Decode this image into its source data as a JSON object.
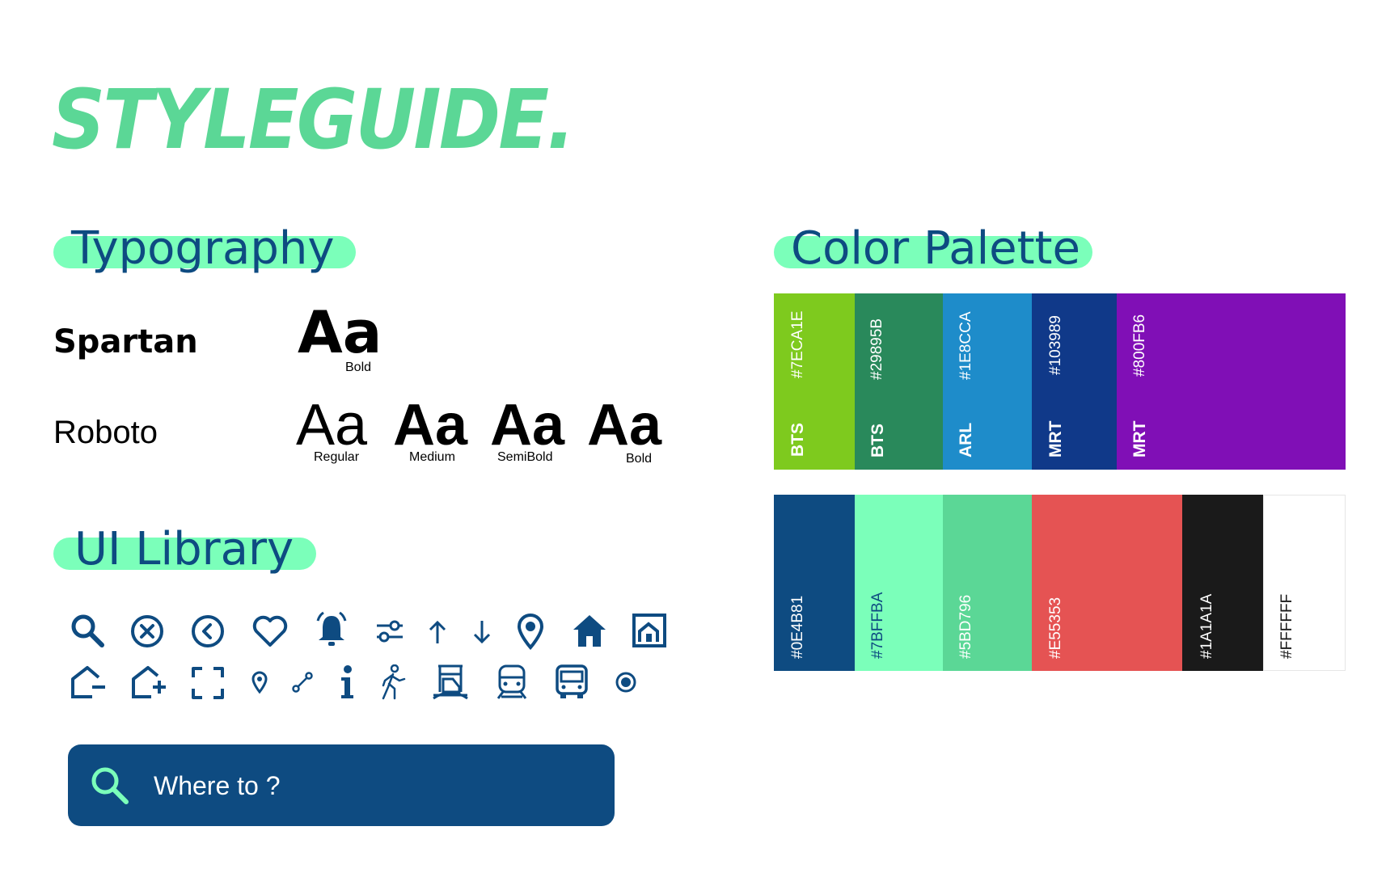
{
  "title": "STYLEGUIDE.",
  "typography": {
    "heading": "Typography",
    "fonts": [
      {
        "name": "Spartan",
        "samples": [
          {
            "glyph": "Aa",
            "weight": "Bold"
          }
        ]
      },
      {
        "name": "Roboto",
        "samples": [
          {
            "glyph": "Aa",
            "weight": "Regular"
          },
          {
            "glyph": "Aa",
            "weight": "Medium"
          },
          {
            "glyph": "Aa",
            "weight": "SemiBold"
          },
          {
            "glyph": "Aa",
            "weight": "Bold"
          }
        ]
      }
    ]
  },
  "ui_library": {
    "heading": "UI Library",
    "icons_row1": [
      "search-icon",
      "close-circle-icon",
      "back-circle-icon",
      "heart-icon",
      "bell-icon",
      "filter-sliders-icon",
      "arrow-up-icon",
      "arrow-down-icon",
      "location-pin-icon",
      "home-icon",
      "home-outline-icon"
    ],
    "icons_row2": [
      "home-remove-icon",
      "home-add-icon",
      "scan-frame-icon",
      "small-pin-icon",
      "route-icon",
      "info-icon",
      "walking-icon",
      "station-icon",
      "train-icon",
      "bus-icon",
      "target-icon"
    ],
    "search": {
      "text": "Where to ?",
      "icon": "search-icon"
    }
  },
  "color_palette": {
    "heading": "Color Palette",
    "row1": [
      {
        "hex": "#7ECA1E",
        "label": "BTS"
      },
      {
        "hex": "#29895B",
        "label": "BTS"
      },
      {
        "hex": "#1E8CCA",
        "label": "ARL"
      },
      {
        "hex": "#103989",
        "label": "MRT"
      },
      {
        "hex": "#800FB6",
        "label": "MRT"
      }
    ],
    "row2": [
      {
        "hex": "#0E4B81"
      },
      {
        "hex": "#7BFFBA"
      },
      {
        "hex": "#5BD796"
      },
      {
        "hex": "#E55353"
      },
      {
        "hex": "#1A1A1A"
      },
      {
        "hex": "#FFFFFF"
      }
    ]
  },
  "colors": {
    "accent": "#5BD796",
    "highlight": "#7BFFBA",
    "primary": "#0E4B81"
  }
}
